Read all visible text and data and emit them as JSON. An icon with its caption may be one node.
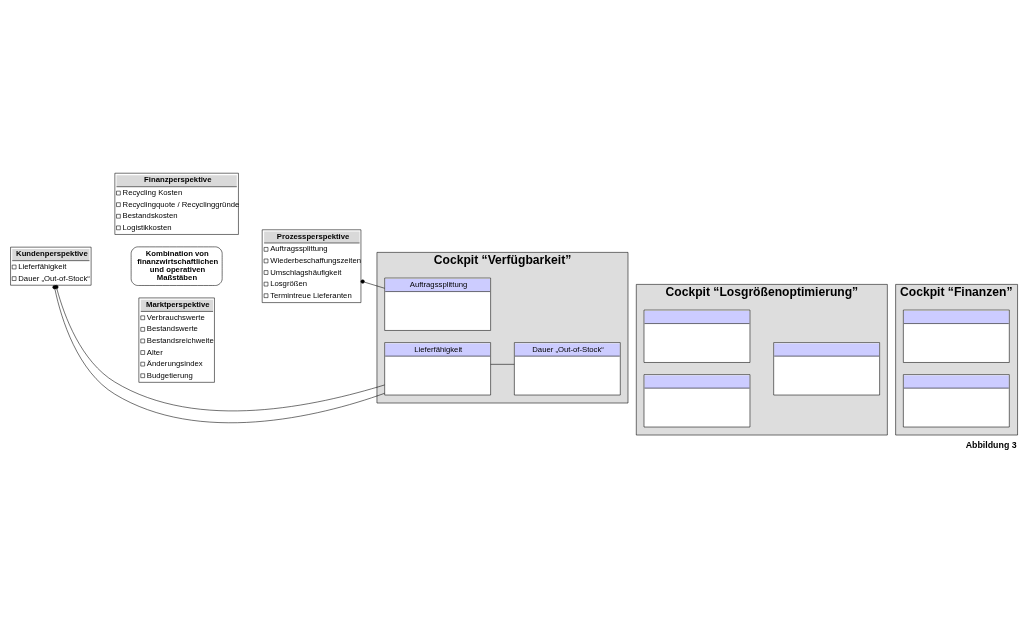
{
  "diagram": {
    "caption": "Abbildung 3",
    "nodes": [
      {
        "text": [
          "Finanzperspektive",
          "Recycling Kosten",
          "Recyclingquote / Recyclinggründe",
          "Bestandskosten",
          "Logistikkosten"
        ]
      },
      {
        "text": [
          "Kundenperspektive",
          "Lieferfähigkeit",
          "Dauer „Out-of-Stock“"
        ]
      },
      {
        "text": [
          "Kombination von finanzwirtschaftlichen und operativen Maßstäben"
        ]
      },
      {
        "text": [
          "Prozessperspektive",
          "Auftragssplittung",
          "Wiederbeschaffungszeiten",
          "Umschlagshäufigkeit",
          "Losgrößen",
          "Termintreue Lieferanten"
        ]
      },
      {
        "text": [
          "Marktperspektive",
          "Verbrauchswerte",
          "Bestandswerte",
          "Bestandsreichweite",
          "Alter",
          "Änderungsindex",
          "Budgetierung"
        ]
      },
      {
        "text": [
          "Cockpit “Finanzen”"
        ]
      },
      {
        "text": [],
        "shape": "box",
        "in": 5
      },
      {
        "text": [],
        "shape": "box",
        "in": 5
      },
      {
        "text": [
          "Cockpit “Losgrößenoptimierung”"
        ]
      },
      {
        "text": [],
        "shape": "box",
        "in": 8
      },
      {
        "text": [],
        "shape": "box",
        "in": 8
      },
      {
        "text": [],
        "shape": "box",
        "in": 8
      },
      {
        "text": [
          "Cockpit “Verfügbarkeit”"
        ]
      },
      {
        "text": [
          "Auftragssplittung"
        ],
        "in": 12
      },
      {
        "text": [
          "Dauer „Out-of-Stock“"
        ],
        "in": 12
      },
      {
        "text": [
          "Lieferfähigkeit"
        ],
        "in": 12
      }
    ],
    "edges": [
      {
        "from": 3,
        "to": 13,
        "arrow": "other"
      },
      {
        "from": 1,
        "to": 15,
        "arrow": "other"
      },
      {
        "from": 1,
        "to": 15,
        "arrow": "other"
      },
      {
        "from": 15,
        "to": 14,
        "arrow": "none"
      }
    ]
  }
}
